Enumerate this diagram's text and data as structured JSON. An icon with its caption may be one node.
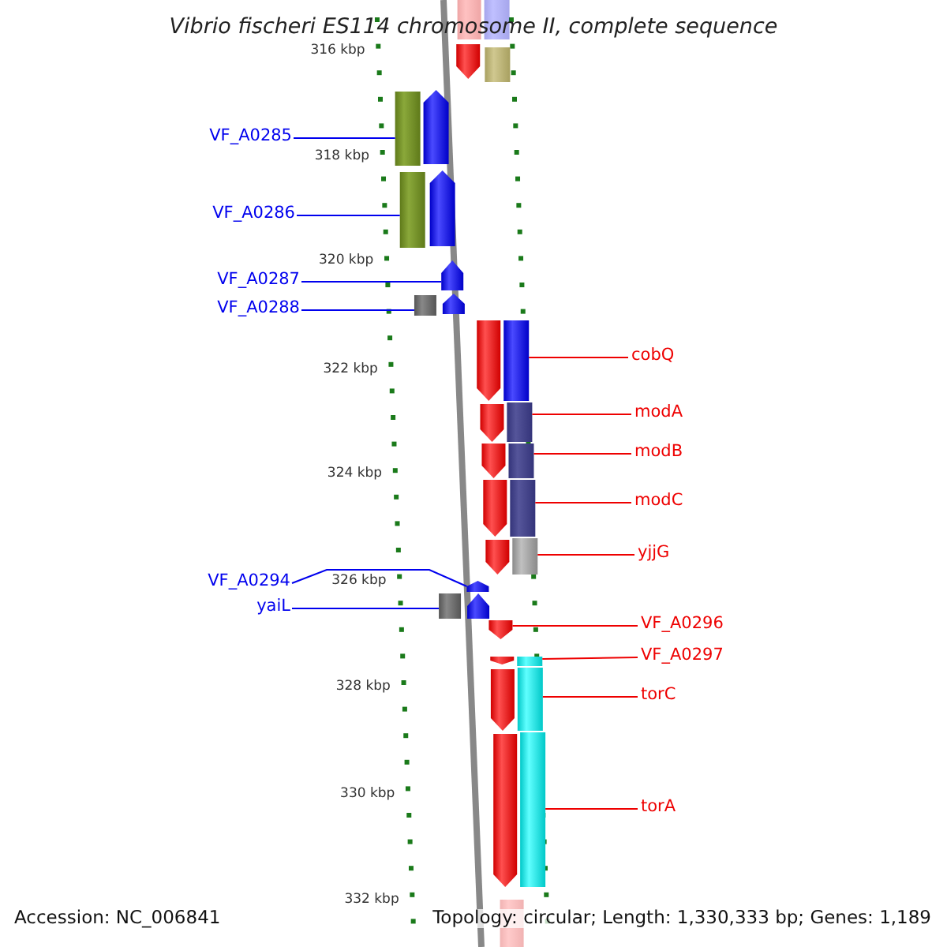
{
  "diagram": {
    "title": "Vibrio fischeri ES114 chromosome II, complete sequence",
    "nodes": [
      {
        "text": [
          "VF_A0285"
        ]
      },
      {
        "text": [
          "VF_A0286"
        ]
      },
      {
        "text": [
          "VF_A0287"
        ]
      },
      {
        "text": [
          "VF_A0288"
        ]
      },
      {
        "text": [
          "cobQ"
        ]
      },
      {
        "text": [
          "modA"
        ]
      },
      {
        "text": [
          "modB"
        ]
      },
      {
        "text": [
          "modC"
        ]
      },
      {
        "text": [
          "yjjG"
        ]
      },
      {
        "text": [
          "VF_A0294"
        ]
      },
      {
        "text": [
          "yaiL"
        ]
      },
      {
        "text": [
          "VF_A0296"
        ]
      },
      {
        "text": [
          "VF_A0297"
        ]
      },
      {
        "text": [
          "torC"
        ]
      },
      {
        "text": [
          "torA"
        ]
      },
      {
        "text": [],
        "shape": "bar"
      },
      {
        "text": [],
        "shape": "bar"
      },
      {
        "text": [],
        "shape": "pentagon"
      },
      {
        "text": [],
        "shape": "bar"
      },
      {
        "text": [],
        "shape": "pentagon"
      },
      {
        "text": [],
        "shape": "bar"
      },
      {
        "text": [],
        "shape": "bar"
      },
      {
        "text": [],
        "shape": "bar"
      },
      {
        "text": [],
        "shape": "bar"
      },
      {
        "text": [],
        "shape": "bar"
      },
      {
        "text": [],
        "shape": "bar"
      },
      {
        "text": [],
        "shape": "pentagon"
      },
      {
        "text": [],
        "shape": "bar"
      },
      {
        "text": [],
        "shape": "bar"
      },
      {
        "text": [],
        "shape": "bar"
      }
    ],
    "edges": [
      {
        "from": 0,
        "to": 15,
        "arrow": "none",
        "color": "#0000ee"
      },
      {
        "from": 1,
        "to": 16,
        "arrow": "none",
        "color": "#0000ee"
      },
      {
        "from": 2,
        "to": 17,
        "arrow": "none",
        "color": "#0000ee"
      },
      {
        "from": 3,
        "to": 18,
        "arrow": "none",
        "color": "#0000ee"
      },
      {
        "from": 4,
        "to": 21,
        "arrow": "none"
      },
      {
        "from": 5,
        "to": 22,
        "arrow": "none"
      },
      {
        "from": 6,
        "to": 23,
        "arrow": "none"
      },
      {
        "from": 7,
        "to": 24,
        "arrow": "none"
      },
      {
        "from": 8,
        "to": 25,
        "arrow": "none"
      },
      {
        "from": 9,
        "to": 19,
        "arrow": "none",
        "color": "#0000ee"
      },
      {
        "from": 10,
        "to": 20,
        "arrow": "none",
        "color": "#0000ee"
      },
      {
        "from": 11,
        "to": 26,
        "arrow": "none"
      },
      {
        "from": 12,
        "to": 27,
        "arrow": "none"
      },
      {
        "from": 13,
        "to": 28,
        "arrow": "none"
      },
      {
        "from": 14,
        "to": 29,
        "arrow": "none"
      }
    ],
    "labels": [
      "316 kbp",
      "318 kbp",
      "320 kbp",
      "322 kbp",
      "324 kbp",
      "326 kbp",
      "328 kbp",
      "330 kbp",
      "332 kbp",
      "Accession: NC_006841",
      "Topology: circular; Length: 1,330,333 bp; Genes: 1,189"
    ]
  }
}
